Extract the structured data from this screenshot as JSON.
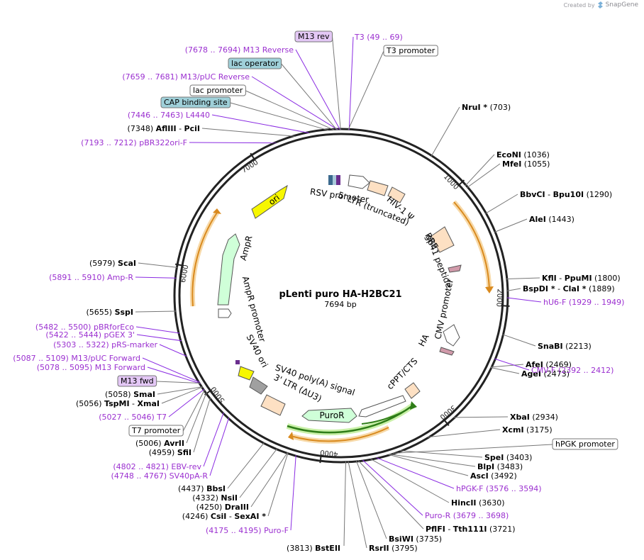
{
  "credit": {
    "prefix": "Created by",
    "brand": "SnapGene",
    "icon": "snapgene-logo-icon"
  },
  "plasmid": {
    "name": "pLenti puro HA-H2BC21",
    "size": "7694 bp",
    "length": 7694
  },
  "ticks": [
    {
      "label": "1000",
      "pos": 1000
    },
    {
      "label": "2000",
      "pos": 2000
    },
    {
      "label": "3000",
      "pos": 3000
    },
    {
      "label": "4000",
      "pos": 4000
    },
    {
      "label": "5000",
      "pos": 5000
    },
    {
      "label": "6000",
      "pos": 6000
    },
    {
      "label": "7000",
      "pos": 7000
    }
  ],
  "sites": [
    {
      "name": "NruI *",
      "coord": "(703)"
    },
    {
      "name": "EcoNI",
      "coord": "(1036)"
    },
    {
      "name": "MfeI",
      "coord": "(1055)"
    },
    {
      "name": "BbvCI",
      "name2": "Bpu10I",
      "coord": "(1290)"
    },
    {
      "name": "AleI",
      "coord": "(1443)"
    },
    {
      "name": "KflI",
      "name2": "PpuMI",
      "coord": "(1800)"
    },
    {
      "name": "BspDI *",
      "name2": "ClaI *",
      "coord": "(1889)"
    },
    {
      "name": "SnaBI",
      "coord": "(2213)"
    },
    {
      "name": "AfeI",
      "coord": "(2469)"
    },
    {
      "name": "AgeI",
      "coord": "(2473)"
    },
    {
      "name": "XbaI",
      "coord": "(2934)"
    },
    {
      "name": "XcmI",
      "coord": "(3175)"
    },
    {
      "name": "SpeI",
      "coord": "(3403)"
    },
    {
      "name": "BlpI",
      "coord": "(3483)"
    },
    {
      "name": "AscI",
      "coord": "(3492)"
    },
    {
      "name": "HincII",
      "coord": "(3630)"
    },
    {
      "name": "PflFI",
      "name2": "Tth111I",
      "coord": "(3721)"
    },
    {
      "name": "BsiWI",
      "coord": "(3735)"
    },
    {
      "name": "RsrII",
      "coord": "(3795)"
    },
    {
      "name": "BstEII",
      "coord": "(3813)"
    },
    {
      "name": "CsiI",
      "name2": "SexAI *",
      "coord": "(4246)"
    },
    {
      "name": "DraIII",
      "coord": "(4250)"
    },
    {
      "name": "NsiI",
      "coord": "(4332)"
    },
    {
      "name": "BbsI",
      "coord": "(4437)"
    },
    {
      "name": "SfiI",
      "coord": "(4959)"
    },
    {
      "name": "AvrII",
      "coord": "(5006)"
    },
    {
      "name": "TspMI",
      "name2": "XmaI",
      "coord": "(5056)"
    },
    {
      "name": "SmaI",
      "coord": "(5058)"
    },
    {
      "name": "SspI",
      "coord": "(5655)"
    },
    {
      "name": "ScaI",
      "coord": "(5979)"
    },
    {
      "name": "AflIII",
      "name2": "PciI",
      "coord": "(7348)"
    }
  ],
  "primers": [
    {
      "range": "(49 .. 69)",
      "name": "T3"
    },
    {
      "range": "(7678 .. 7694)",
      "name": "M13 Reverse"
    },
    {
      "range": "(7659 .. 7681)",
      "name": "M13/pUC Reverse"
    },
    {
      "range": "(7446 .. 7463)",
      "name": "L4440"
    },
    {
      "range": "(7193 .. 7212)",
      "name": "pBR322ori-F"
    },
    {
      "range": "(1929 .. 1949)",
      "name": "hU6-F"
    },
    {
      "range": "(2392 .. 2412)",
      "name": "CMV-F"
    },
    {
      "range": "(3576 .. 3594)",
      "name": "hPGK-F"
    },
    {
      "range": "(3679 .. 3698)",
      "name": "Puro-R"
    },
    {
      "range": "(4175 .. 4195)",
      "name": "Puro-F"
    },
    {
      "range": "(4802 .. 4821)",
      "name": "EBV-rev"
    },
    {
      "range": "(4748 .. 4767)",
      "name": "SV40pA-R"
    },
    {
      "range": "(5027 .. 5046)",
      "name": "T7"
    },
    {
      "range": "(5078 .. 5095)",
      "name": "M13 Forward"
    },
    {
      "range": "(5087 .. 5109)",
      "name": "M13/pUC Forward"
    },
    {
      "range": "(5303 .. 5322)",
      "name": "pRS-marker"
    },
    {
      "range": "(5422 .. 5444)",
      "name": "pGEX 3'"
    },
    {
      "range": "(5482 .. 5500)",
      "name": "pBRforEco"
    },
    {
      "range": "(5891 .. 5910)",
      "name": "Amp-R"
    }
  ],
  "boxes": [
    {
      "label": "M13 rev"
    },
    {
      "label": "T3 promoter"
    },
    {
      "label": "lac operator"
    },
    {
      "label": "lac promoter"
    },
    {
      "label": "CAP binding site"
    },
    {
      "label": "hPGK promoter"
    },
    {
      "label": "T7 promoter"
    },
    {
      "label": "M13 fwd"
    }
  ],
  "inner_labels": [
    {
      "text": "RSV promoter"
    },
    {
      "text": "5' LTR (truncated)"
    },
    {
      "text": "HIV-1 Ψ"
    },
    {
      "text": "RRE"
    },
    {
      "text": "gp41 peptide"
    },
    {
      "text": "CMV promoter"
    },
    {
      "text": "HA"
    },
    {
      "text": "cPPT/CTS"
    },
    {
      "text": "PuroR"
    },
    {
      "text": "SV40 poly(A) signal"
    },
    {
      "text": "3' LTR (ΔU3)"
    },
    {
      "text": "SV40 ori"
    },
    {
      "text": "AmpR promoter"
    },
    {
      "text": "AmpR"
    },
    {
      "text": "ori"
    }
  ],
  "colors": {
    "enzyme": "#000000",
    "primer": "#9b30d0",
    "primer_line": "#8a2be2",
    "lac_box": "#9fd0d9",
    "m13_box": "#e3c7f5",
    "feature_peach": "#fde0c3",
    "ori": "#f7f700",
    "ampr": "#cfffd8",
    "orf_arrow": "#e8a23c",
    "puro_arrow": "#6fbf2e",
    "grey": "#a0a0a0",
    "pink_pep": "#d19aaa"
  }
}
